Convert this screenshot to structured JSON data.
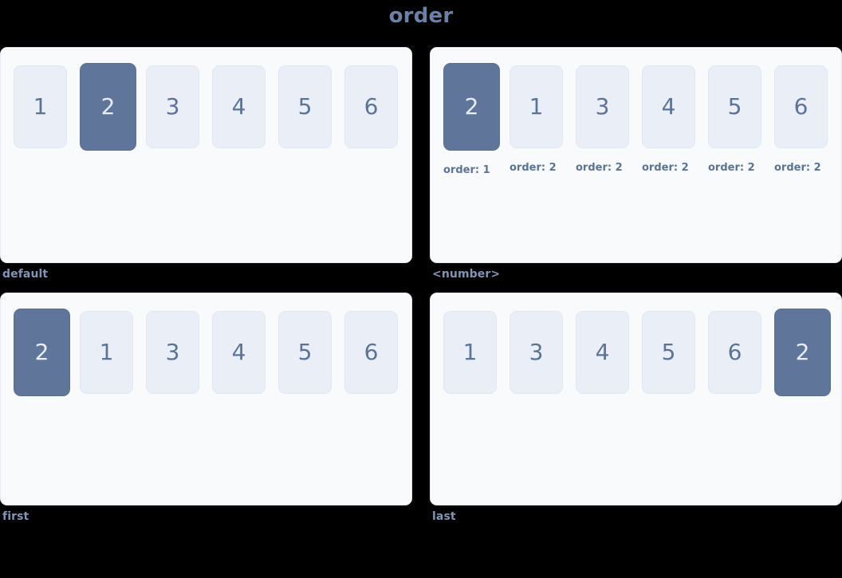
{
  "page": {
    "title": "order",
    "title_color": "#6b82a8",
    "background": "#000000"
  },
  "theme": {
    "panel_background": "#f9fafc",
    "panel_border": "#e6eaf2",
    "box_background": "#e9eef7",
    "box_text": "#5b7496",
    "highlight_background": "#60759a",
    "highlight_text": "#e8eef7",
    "caption_color": "#7f95b8"
  },
  "panels": [
    {
      "id": "default",
      "caption": "default",
      "show_order_labels": false,
      "items": [
        {
          "label": "1",
          "highlight": false,
          "order_label": ""
        },
        {
          "label": "2",
          "highlight": true,
          "order_label": ""
        },
        {
          "label": "3",
          "highlight": false,
          "order_label": ""
        },
        {
          "label": "4",
          "highlight": false,
          "order_label": ""
        },
        {
          "label": "5",
          "highlight": false,
          "order_label": ""
        },
        {
          "label": "6",
          "highlight": false,
          "order_label": ""
        }
      ]
    },
    {
      "id": "number",
      "caption": "<number>",
      "show_order_labels": true,
      "items": [
        {
          "label": "2",
          "highlight": true,
          "order_label": "order: 1"
        },
        {
          "label": "1",
          "highlight": false,
          "order_label": "order: 2"
        },
        {
          "label": "3",
          "highlight": false,
          "order_label": "order: 2"
        },
        {
          "label": "4",
          "highlight": false,
          "order_label": "order: 2"
        },
        {
          "label": "5",
          "highlight": false,
          "order_label": "order: 2"
        },
        {
          "label": "6",
          "highlight": false,
          "order_label": "order: 2"
        }
      ]
    },
    {
      "id": "first",
      "caption": "first",
      "show_order_labels": false,
      "items": [
        {
          "label": "2",
          "highlight": true,
          "order_label": ""
        },
        {
          "label": "1",
          "highlight": false,
          "order_label": ""
        },
        {
          "label": "3",
          "highlight": false,
          "order_label": ""
        },
        {
          "label": "4",
          "highlight": false,
          "order_label": ""
        },
        {
          "label": "5",
          "highlight": false,
          "order_label": ""
        },
        {
          "label": "6",
          "highlight": false,
          "order_label": ""
        }
      ]
    },
    {
      "id": "last",
      "caption": "last",
      "show_order_labels": false,
      "items": [
        {
          "label": "1",
          "highlight": false,
          "order_label": ""
        },
        {
          "label": "3",
          "highlight": false,
          "order_label": ""
        },
        {
          "label": "4",
          "highlight": false,
          "order_label": ""
        },
        {
          "label": "5",
          "highlight": false,
          "order_label": ""
        },
        {
          "label": "6",
          "highlight": false,
          "order_label": ""
        },
        {
          "label": "2",
          "highlight": true,
          "order_label": ""
        }
      ]
    }
  ]
}
